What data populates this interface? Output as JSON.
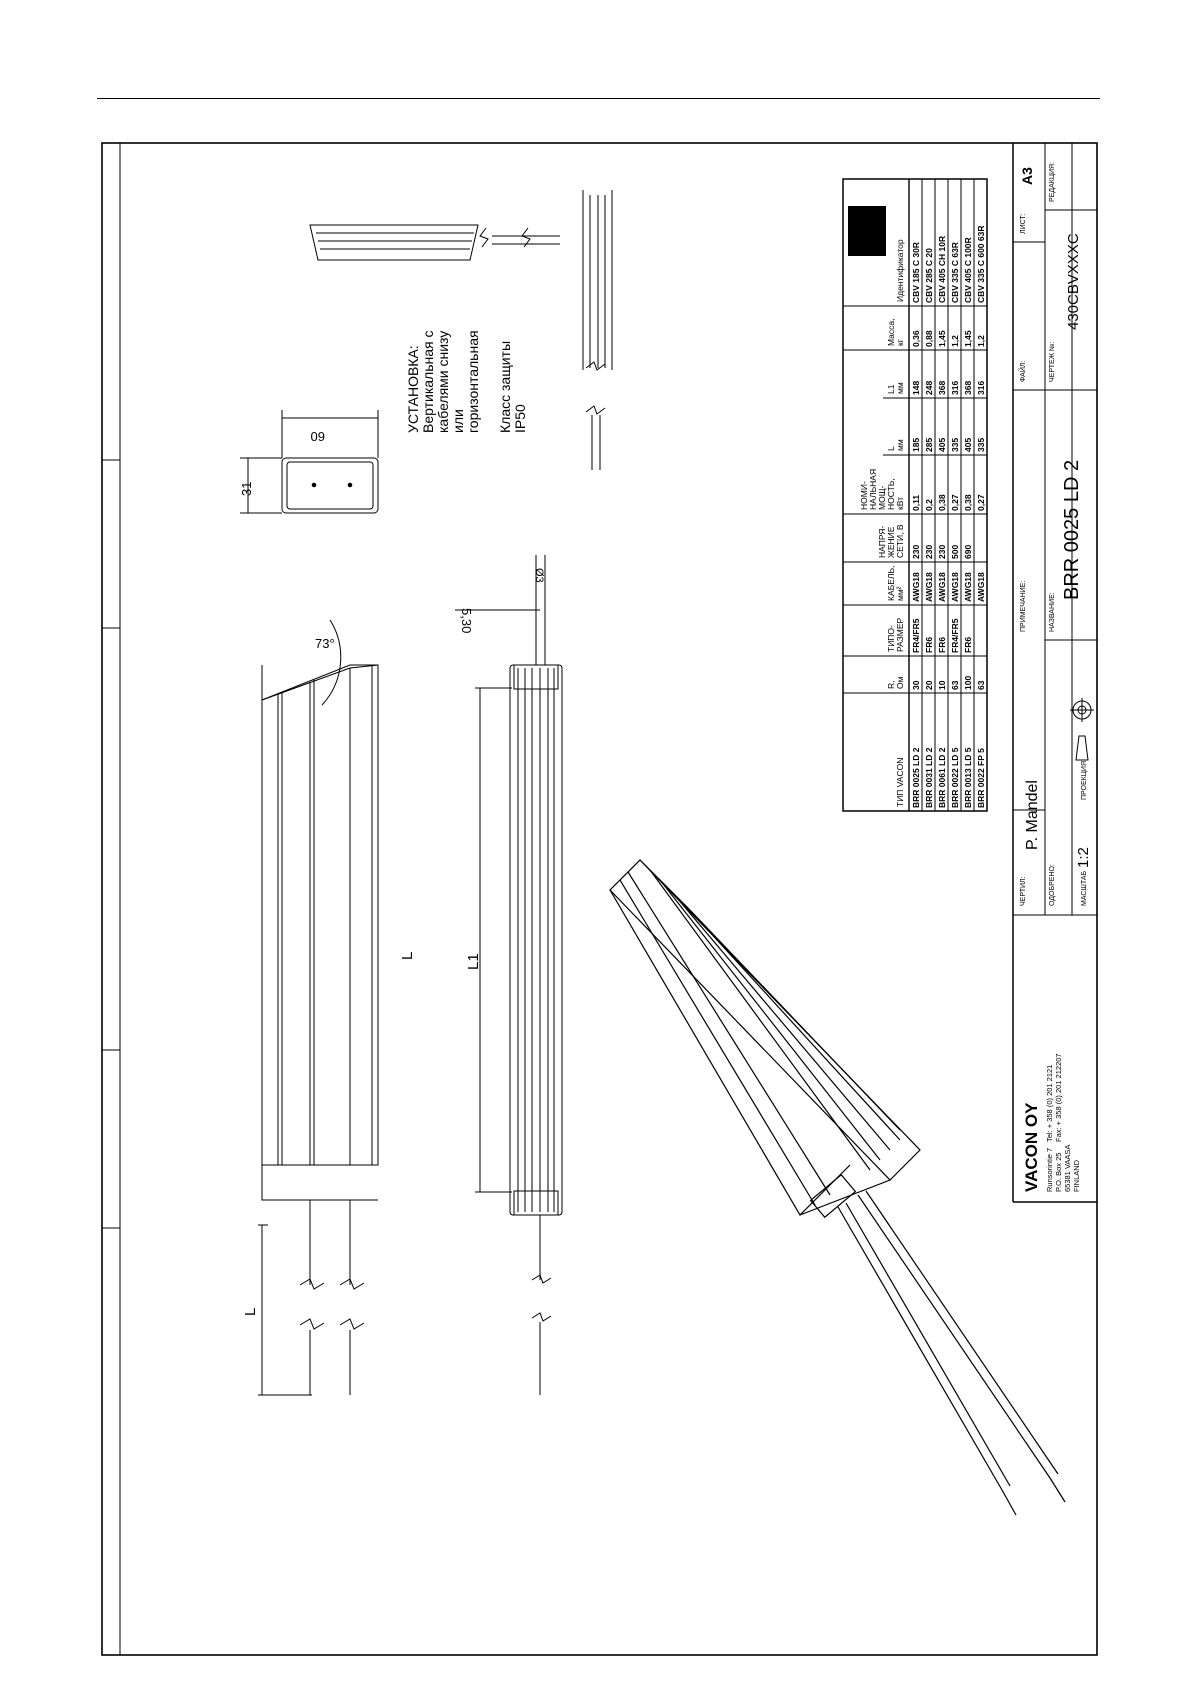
{
  "title_block": {
    "company": "VACON OY",
    "address": [
      "Runsorintie 7",
      "P.O. Box 25",
      "65381 VAASA",
      "FINLAND"
    ],
    "phone": "Tel: + 358 (0) 201 2121",
    "fax": "Fax: + 358 (0) 201 212207",
    "drawn_label": "ЧЕРТИЛ:",
    "drawn_by": "P. Mandel",
    "checked_label": "ОДОБРЕНО:",
    "scale_label": "МАСШТАБ",
    "scale": "1:2",
    "projection_label": "ПРОЕКЦИЯ:",
    "note_label": "ПРИМЕЧАНИЕ:",
    "name_label": "НАЗВАНИЕ:",
    "name": "BRR 0025 LD 2",
    "file_label": "ФАЙЛ:",
    "drawing_no_label": "ЧЕРТЕЖ №:",
    "drawing_no": "430CBVXXXC",
    "sheet_label": "ЛИСТ:",
    "sheet": "A3",
    "revision_label": "РЕДАКЦИЯ:"
  },
  "install": {
    "lines": [
      "УСТАНОВКА:",
      "Вертикальная с",
      "кабелями снизу",
      "или",
      "горизонтальная"
    ],
    "protection": [
      "Класс защиты",
      "IP50"
    ]
  },
  "dimensions": {
    "L": "L",
    "L1": "L1",
    "angle": "73°",
    "hole": "5,30",
    "cable": "Ø3",
    "width": "60",
    "height": "31"
  },
  "spec_table": {
    "headers": [
      [
        "ТИП VACON"
      ],
      [
        "R,",
        "Ом"
      ],
      [
        "ТИПО-",
        "РАЗМЕР"
      ],
      [
        "КАБЕЛЬ,",
        "мм²"
      ],
      [
        "НАПРЯ-",
        "ЖЕНИЕ",
        "СЕТИ, В"
      ],
      [
        "НОМИ-",
        "НАЛЬНАЯ",
        "МОЩ-",
        "НОСТЬ,",
        "кВт"
      ],
      [
        "L",
        "мм"
      ],
      [
        "L1",
        "мм"
      ],
      [
        "Масса,",
        "кг"
      ],
      [
        "Идентификатор"
      ]
    ],
    "rows": [
      [
        "BRR 0025 LD 2",
        "30",
        "FR4/FR5",
        "AWG18",
        "230",
        "0,11",
        "185",
        "148",
        "0,36",
        "CBV 185 C 30R"
      ],
      [
        "BRR 0031 LD 2",
        "20",
        "FR6",
        "AWG18",
        "230",
        "0,2",
        "285",
        "248",
        "0,88",
        "CBV 285 C 20"
      ],
      [
        "BRR 0061 LD 2",
        "10",
        "FR6",
        "AWG18",
        "230",
        "0,38",
        "405",
        "368",
        "1,45",
        "CBV 405 CH 10R"
      ],
      [
        "BRR 0022 LD 5",
        "63",
        "FR4/FR5",
        "AWG18",
        "500",
        "0,27",
        "335",
        "316",
        "1,2",
        "CBV 335 C 63R"
      ],
      [
        "BRR 0013 LD 5",
        "100",
        "FR6",
        "AWG18",
        "690",
        "0,38",
        "405",
        "368",
        "1,45",
        "CBV 405 C 100R"
      ],
      [
        "BRR 0022 FP 5",
        "63",
        "",
        "AWG18",
        "",
        "0,27",
        "335",
        "316",
        "1,2",
        "CBV 335 C 600 63R"
      ]
    ]
  }
}
